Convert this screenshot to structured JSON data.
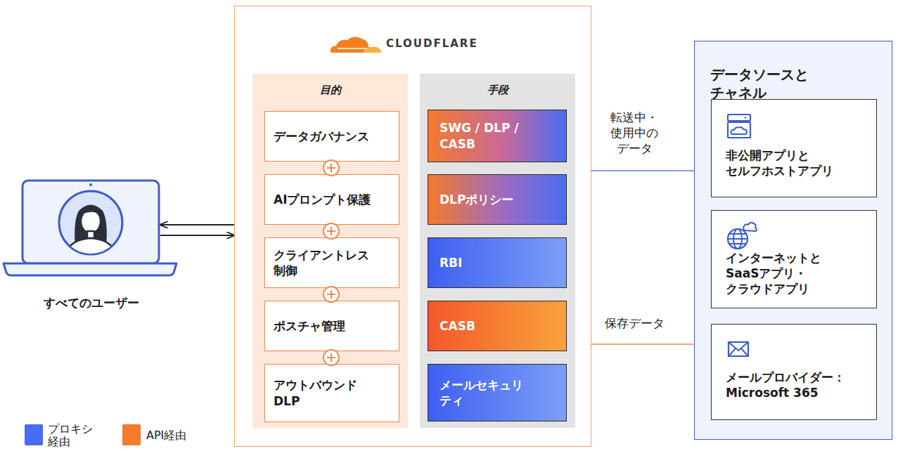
{
  "diagram": {
    "nodes": [
      {
        "text": [
          "すべてのユーザー"
        ]
      },
      {
        "text": [
          "CLOUDFLARE"
        ]
      },
      {
        "text": [
          "目的"
        ],
        "in": 1
      },
      {
        "text": [
          "データガバナンス"
        ],
        "in": 2
      },
      {
        "text": [
          "AIプロンプト保護"
        ],
        "in": 2
      },
      {
        "text": [
          "クライアントレス制御"
        ],
        "in": 2
      },
      {
        "text": [
          "ポスチャ管理"
        ],
        "in": 2
      },
      {
        "text": [
          "アウトバウンドDLP"
        ],
        "in": 2
      },
      {
        "text": [
          "手段"
        ],
        "in": 1
      },
      {
        "text": [
          "SWG / DLP / CASB"
        ],
        "in": 8
      },
      {
        "text": [
          "DLPポリシー"
        ],
        "in": 8
      },
      {
        "text": [
          "RBI"
        ],
        "in": 8
      },
      {
        "text": [
          "CASB"
        ],
        "in": 8
      },
      {
        "text": [
          "メールセキュリティ"
        ],
        "in": 8
      },
      {
        "text": [
          "データソースと チャネル"
        ]
      },
      {
        "text": [
          "非公開アプリと セルフホストアプリ"
        ],
        "in": 14
      },
      {
        "text": [
          "インターネットと SaaSアプリ・ クラウドアプリ"
        ],
        "in": 14
      },
      {
        "text": [
          "メールプロバイダー： Microsoft 365"
        ],
        "in": 14
      }
    ],
    "edges": [
      {
        "from": 1,
        "to": 0,
        "arrow": "to"
      },
      {
        "from": 0,
        "to": 1,
        "arrow": "to"
      },
      {
        "from": 1,
        "to": 14,
        "label": "転送中・ 使用中の データ",
        "arrow": "none"
      },
      {
        "from": 1,
        "to": 14,
        "label": "保存データ",
        "arrow": "none"
      }
    ],
    "legend": [
      {
        "text": "プロキシ 経由",
        "color": "#4a6cf2"
      },
      {
        "text": "API経由",
        "color": "#f47a2c"
      }
    ]
  }
}
